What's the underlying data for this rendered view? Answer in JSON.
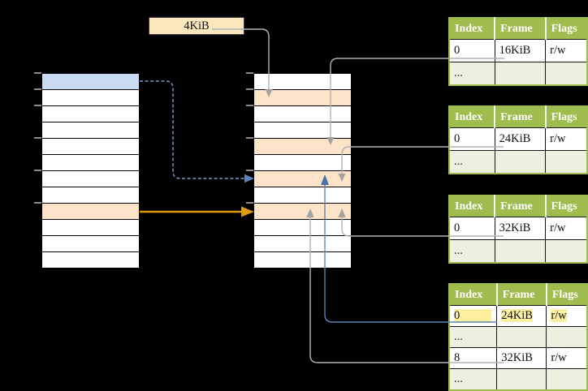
{
  "page_size_label": {
    "text": "4KiB"
  },
  "colors": {
    "background": "#000000",
    "row_blue": "#cadcf2",
    "row_orange": "#fde4c8",
    "label_box_fill": "#fbe7bd",
    "table_header_green": "#9fbc4e",
    "table_row_light_green": "#ebf1de",
    "highlight_yellow": "#fcf0a0",
    "connector_gray": "#b2b2b2",
    "connector_blue": "#6181b5",
    "connector_blue_dashed": "#7b99cc",
    "connector_orange": "#dc9a10",
    "tick_gray": "#8a8a8a"
  },
  "left_memory": {
    "rows": [
      {
        "fill": "blue"
      },
      {
        "fill": "white"
      },
      {
        "fill": "white"
      },
      {
        "fill": "white"
      },
      {
        "fill": "white"
      },
      {
        "fill": "white"
      },
      {
        "fill": "white"
      },
      {
        "fill": "white"
      },
      {
        "fill": "orange"
      },
      {
        "fill": "white"
      },
      {
        "fill": "white"
      },
      {
        "fill": "white"
      }
    ],
    "tick_boundaries": [
      0,
      1,
      2,
      4,
      6,
      8
    ]
  },
  "middle_memory": {
    "rows": [
      {
        "fill": "white"
      },
      {
        "fill": "orange"
      },
      {
        "fill": "white"
      },
      {
        "fill": "white"
      },
      {
        "fill": "orange"
      },
      {
        "fill": "white"
      },
      {
        "fill": "orange"
      },
      {
        "fill": "white"
      },
      {
        "fill": "orange"
      },
      {
        "fill": "white"
      },
      {
        "fill": "white"
      },
      {
        "fill": "white"
      }
    ],
    "tick_boundaries": [
      0,
      1,
      2,
      4,
      6,
      8
    ]
  },
  "page_tables": [
    {
      "name": "page-table-16kib",
      "headers": [
        "Index",
        "Frame",
        "Flags"
      ],
      "rows": [
        {
          "style": "data",
          "cells": [
            "0",
            "16KiB",
            "r/w"
          ]
        },
        {
          "style": "ellipsis",
          "cells": [
            "...",
            "",
            ""
          ]
        }
      ]
    },
    {
      "name": "page-table-24kib",
      "headers": [
        "Index",
        "Frame",
        "Flags"
      ],
      "rows": [
        {
          "style": "data",
          "cells": [
            "0",
            "24KiB",
            "r/w"
          ]
        },
        {
          "style": "ellipsis",
          "cells": [
            "...",
            "",
            ""
          ]
        }
      ]
    },
    {
      "name": "page-table-32kib",
      "headers": [
        "Index",
        "Frame",
        "Flags"
      ],
      "rows": [
        {
          "style": "data",
          "cells": [
            "0",
            "32KiB",
            "r/w"
          ]
        },
        {
          "style": "ellipsis",
          "cells": [
            "...",
            "",
            ""
          ]
        }
      ]
    },
    {
      "name": "page-table-level2",
      "headers": [
        "Index",
        "Frame",
        "Flags"
      ],
      "rows": [
        {
          "style": "data",
          "cells": [
            "0",
            "24KiB",
            "r/w"
          ],
          "highlight": true
        },
        {
          "style": "ellipsis",
          "cells": [
            "...",
            "",
            ""
          ]
        },
        {
          "style": "data",
          "cells": [
            "8",
            "32KiB",
            "r/w"
          ]
        },
        {
          "style": "ellipsis",
          "cells": [
            "...",
            "",
            ""
          ]
        }
      ]
    }
  ]
}
